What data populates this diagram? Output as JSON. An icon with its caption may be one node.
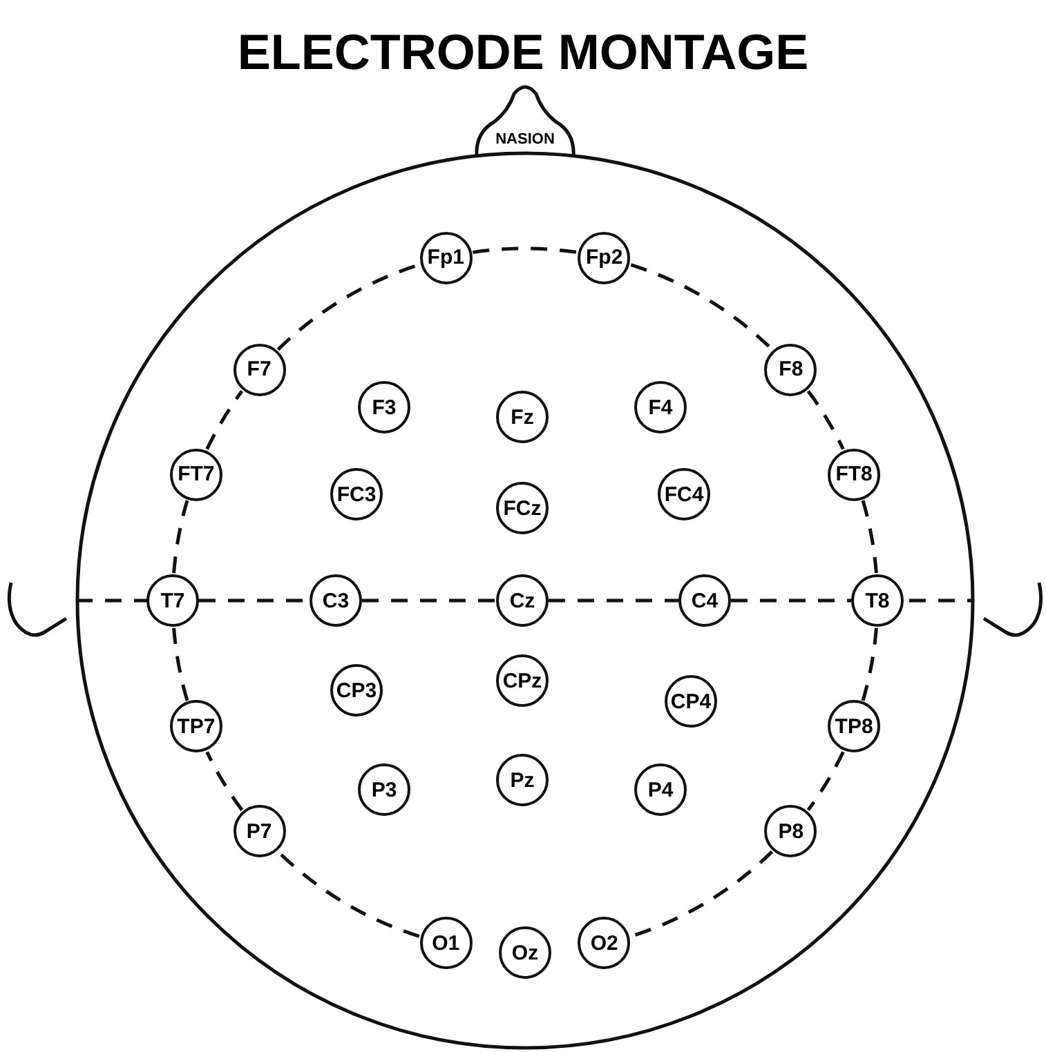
{
  "diagram": {
    "title": "ELECTRODE MONTAGE",
    "nodes": [
      {
        "text": [
          "NASION"
        ]
      },
      {
        "text": [
          "Fp1"
        ],
        "in": 0
      },
      {
        "text": [
          "Fp2"
        ],
        "in": 0
      },
      {
        "text": [
          "F7"
        ],
        "in": 0
      },
      {
        "text": [
          "F8"
        ],
        "in": 0
      },
      {
        "text": [
          "F3"
        ],
        "in": 0
      },
      {
        "text": [
          "Fz"
        ],
        "in": 0
      },
      {
        "text": [
          "F4"
        ],
        "in": 0
      },
      {
        "text": [
          "FT7"
        ],
        "in": 0
      },
      {
        "text": [
          "FT8"
        ],
        "in": 0
      },
      {
        "text": [
          "FC3"
        ],
        "in": 0
      },
      {
        "text": [
          "FCz"
        ],
        "in": 0
      },
      {
        "text": [
          "FC4"
        ],
        "in": 0
      },
      {
        "text": [
          "T7"
        ],
        "in": 0
      },
      {
        "text": [
          "C3"
        ],
        "in": 0
      },
      {
        "text": [
          "Cz"
        ],
        "in": 0
      },
      {
        "text": [
          "C4"
        ],
        "in": 0
      },
      {
        "text": [
          "T8"
        ],
        "in": 0
      },
      {
        "text": [
          "TP7"
        ],
        "in": 0
      },
      {
        "text": [
          "CP3"
        ],
        "in": 0
      },
      {
        "text": [
          "CPz"
        ],
        "in": 0
      },
      {
        "text": [
          "CP4"
        ],
        "in": 0
      },
      {
        "text": [
          "TP8"
        ],
        "in": 0
      },
      {
        "text": [
          "P3"
        ],
        "in": 0
      },
      {
        "text": [
          "Pz"
        ],
        "in": 0
      },
      {
        "text": [
          "P4"
        ],
        "in": 0
      },
      {
        "text": [
          "P7"
        ],
        "in": 0
      },
      {
        "text": [
          "P8"
        ],
        "in": 0
      },
      {
        "text": [
          "O1"
        ],
        "in": 0
      },
      {
        "text": [
          "Oz"
        ],
        "in": 0
      },
      {
        "text": [
          "O2"
        ],
        "in": 0
      }
    ],
    "edges": [
      {
        "from": 1,
        "to": 2,
        "arrow": "none",
        "style": "dashed"
      },
      {
        "from": 2,
        "to": 4,
        "arrow": "none",
        "style": "dashed"
      },
      {
        "from": 4,
        "to": 9,
        "arrow": "none",
        "style": "dashed"
      },
      {
        "from": 9,
        "to": 17,
        "arrow": "none",
        "style": "dashed"
      },
      {
        "from": 17,
        "to": 22,
        "arrow": "none",
        "style": "dashed"
      },
      {
        "from": 22,
        "to": 27,
        "arrow": "none",
        "style": "dashed"
      },
      {
        "from": 27,
        "to": 30,
        "arrow": "none",
        "style": "dashed"
      },
      {
        "from": 28,
        "to": 26,
        "arrow": "none",
        "style": "dashed"
      },
      {
        "from": 26,
        "to": 18,
        "arrow": "none",
        "style": "dashed"
      },
      {
        "from": 18,
        "to": 13,
        "arrow": "none",
        "style": "dashed"
      },
      {
        "from": 13,
        "to": 8,
        "arrow": "none",
        "style": "dashed"
      },
      {
        "from": 8,
        "to": 3,
        "arrow": "none",
        "style": "dashed"
      },
      {
        "from": 3,
        "to": 1,
        "arrow": "none",
        "style": "dashed"
      },
      {
        "from": 0,
        "to": 13,
        "arrow": "none",
        "style": "dashed"
      },
      {
        "from": 13,
        "to": 14,
        "arrow": "none",
        "style": "dashed"
      },
      {
        "from": 14,
        "to": 15,
        "arrow": "none",
        "style": "dashed"
      },
      {
        "from": 15,
        "to": 16,
        "arrow": "none",
        "style": "dashed"
      },
      {
        "from": 16,
        "to": 17,
        "arrow": "none",
        "style": "dashed"
      },
      {
        "from": 17,
        "to": 0,
        "arrow": "none",
        "style": "dashed"
      }
    ]
  }
}
